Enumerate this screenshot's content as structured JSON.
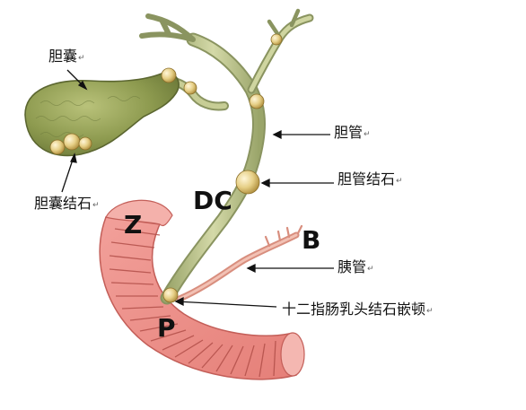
{
  "labels": {
    "gallbladder": "胆囊",
    "gallbladder_stone": "胆囊结石",
    "bile_duct": "胆管",
    "bile_duct_stone": "胆管结石",
    "pancreatic_duct": "胰管",
    "papilla_impaction": "十二指肠乳头结石嵌顿",
    "return_mark": "↵"
  },
  "letters": {
    "dc": "DC",
    "z": "Z",
    "b": "B",
    "p": "P"
  }
}
